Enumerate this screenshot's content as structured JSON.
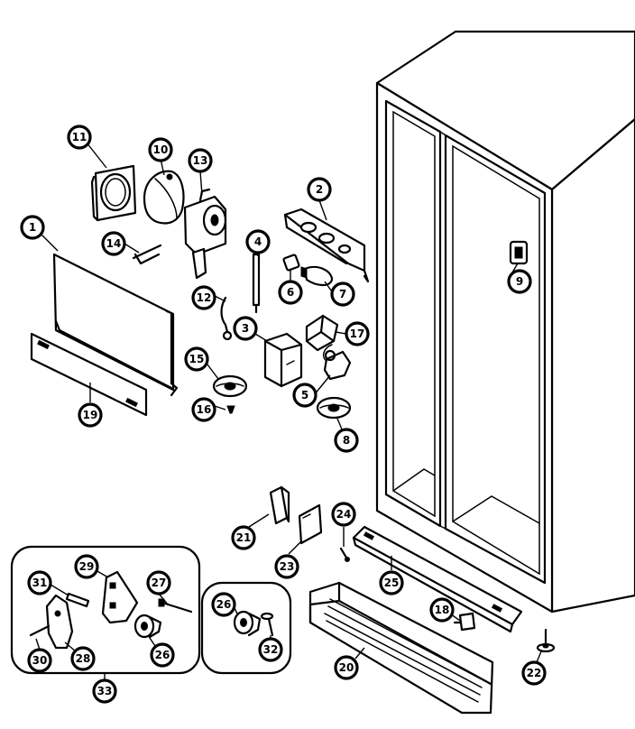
{
  "callouts": [
    {
      "id": "c1",
      "label": "1"
    },
    {
      "id": "c2",
      "label": "2"
    },
    {
      "id": "c3",
      "label": "3"
    },
    {
      "id": "c4",
      "label": "4"
    },
    {
      "id": "c5",
      "label": "5"
    },
    {
      "id": "c6",
      "label": "6"
    },
    {
      "id": "c7",
      "label": "7"
    },
    {
      "id": "c8",
      "label": "8"
    },
    {
      "id": "c9",
      "label": "9"
    },
    {
      "id": "c10",
      "label": "10"
    },
    {
      "id": "c11",
      "label": "11"
    },
    {
      "id": "c12",
      "label": "12"
    },
    {
      "id": "c13",
      "label": "13"
    },
    {
      "id": "c14",
      "label": "14"
    },
    {
      "id": "c15",
      "label": "15"
    },
    {
      "id": "c16",
      "label": "16"
    },
    {
      "id": "c17",
      "label": "17"
    },
    {
      "id": "c18",
      "label": "18"
    },
    {
      "id": "c19",
      "label": "19"
    },
    {
      "id": "c20",
      "label": "20"
    },
    {
      "id": "c21",
      "label": "21"
    },
    {
      "id": "c22",
      "label": "22"
    },
    {
      "id": "c23",
      "label": "23"
    },
    {
      "id": "c24",
      "label": "24"
    },
    {
      "id": "c25",
      "label": "25"
    },
    {
      "id": "c26a",
      "label": "26"
    },
    {
      "id": "c26b",
      "label": "26"
    },
    {
      "id": "c27",
      "label": "27"
    },
    {
      "id": "c28",
      "label": "28"
    },
    {
      "id": "c29",
      "label": "29"
    },
    {
      "id": "c30",
      "label": "30"
    },
    {
      "id": "c31",
      "label": "31"
    },
    {
      "id": "c32",
      "label": "32"
    },
    {
      "id": "c33",
      "label": "33"
    }
  ]
}
